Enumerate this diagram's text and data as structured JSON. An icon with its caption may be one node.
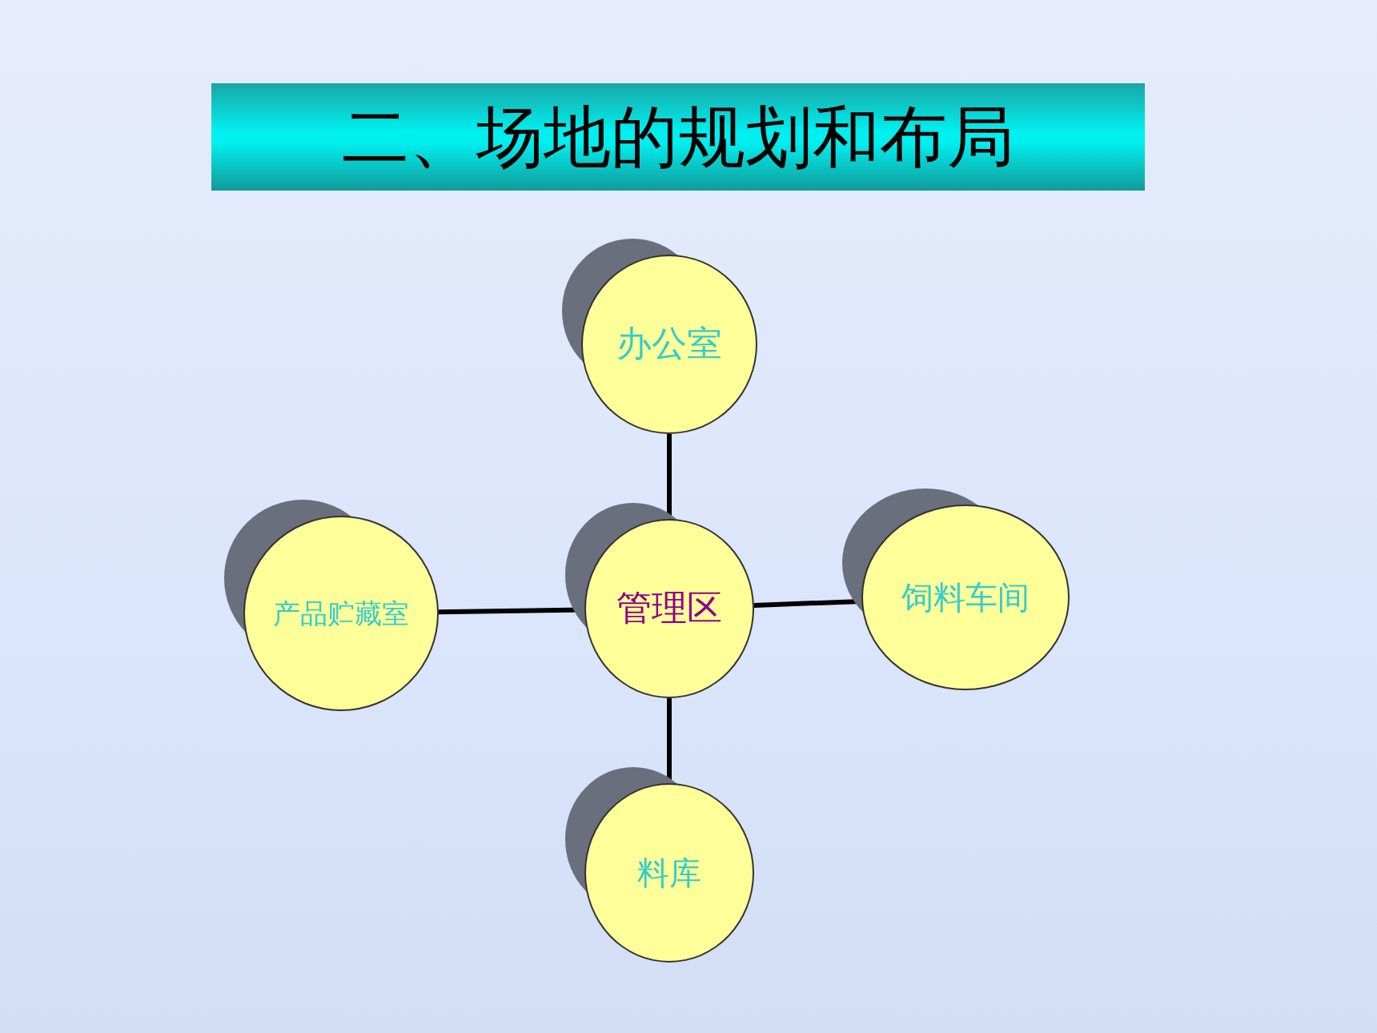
{
  "diagram": {
    "title": "二、场地的规划和布局",
    "nodes": [
      {
        "text": [
          "办公室"
        ]
      },
      {
        "text": [
          "产品贮藏室"
        ]
      },
      {
        "text": [
          "管理区"
        ]
      },
      {
        "text": [
          "饲料车间"
        ]
      },
      {
        "text": [
          "料库"
        ]
      }
    ],
    "edges": [
      {
        "from": 2,
        "to": 0,
        "arrow": "none"
      },
      {
        "from": 2,
        "to": 1,
        "arrow": "none"
      },
      {
        "from": 2,
        "to": 3,
        "arrow": "none"
      },
      {
        "from": 2,
        "to": 4,
        "arrow": "none"
      }
    ]
  }
}
